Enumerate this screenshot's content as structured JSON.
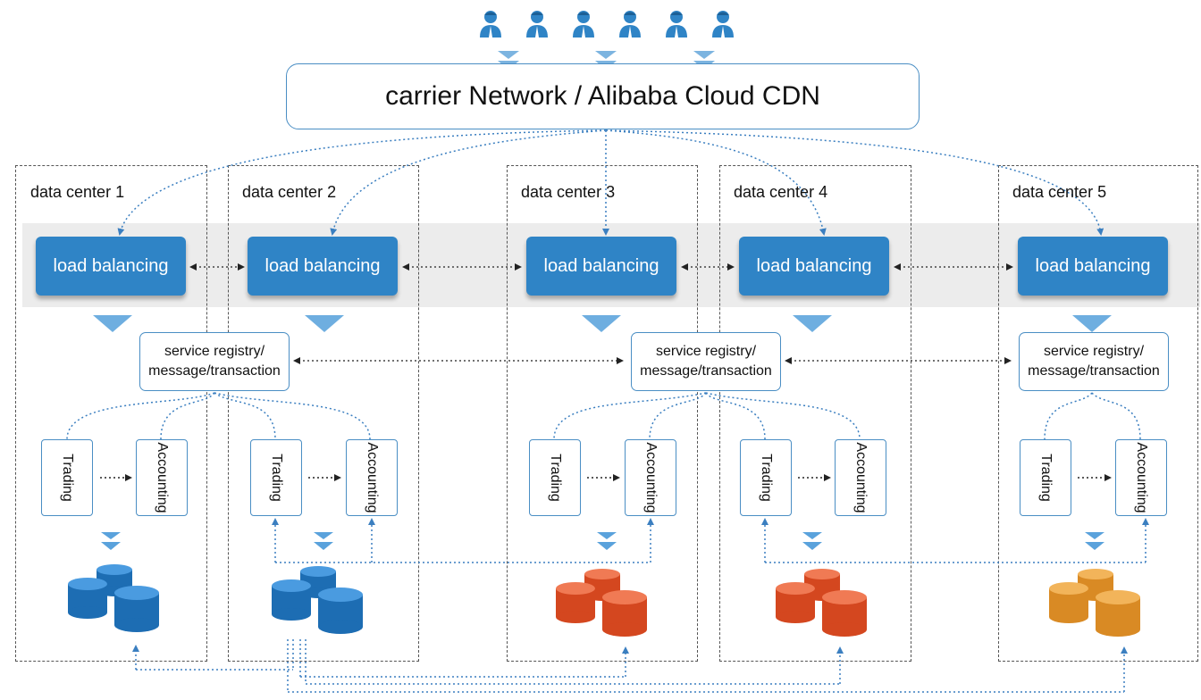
{
  "cdn": {
    "label": "carrier Network / Alibaba Cloud CDN"
  },
  "users": {
    "count": 6,
    "icon": "user-icon",
    "color": "#2f84c6"
  },
  "data_centers": [
    {
      "label": "data center 1",
      "lb": "load balancing",
      "services": [
        "Trading",
        "Accounting"
      ],
      "db_color": "#2f84c6"
    },
    {
      "label": "data center 2",
      "lb": "load balancing",
      "services": [
        "Trading",
        "Accounting"
      ],
      "db_color": "#2f84c6"
    },
    {
      "label": "data center 3",
      "lb": "load balancing",
      "services": [
        "Trading",
        "Accounting"
      ],
      "db_color": "#e05a35"
    },
    {
      "label": "data center 4",
      "lb": "load balancing",
      "services": [
        "Trading",
        "Accounting"
      ],
      "db_color": "#e05a35"
    },
    {
      "label": "data center 5",
      "lb": "load balancing",
      "services": [
        "Trading",
        "Accounting"
      ],
      "db_color": "#e39a36"
    }
  ],
  "registries": [
    {
      "line1": "service registry/",
      "line2": "message/transaction"
    },
    {
      "line1": "service registry/",
      "line2": "message/transaction"
    },
    {
      "line1": "service registry/",
      "line2": "message/transaction"
    }
  ],
  "colors": {
    "primary_blue": "#2f84c6",
    "line_blue": "#4a8ec4",
    "db_blue": "#2f84c6",
    "db_red": "#e05a35",
    "db_orange": "#e39a36",
    "band_gray": "#ececec"
  }
}
